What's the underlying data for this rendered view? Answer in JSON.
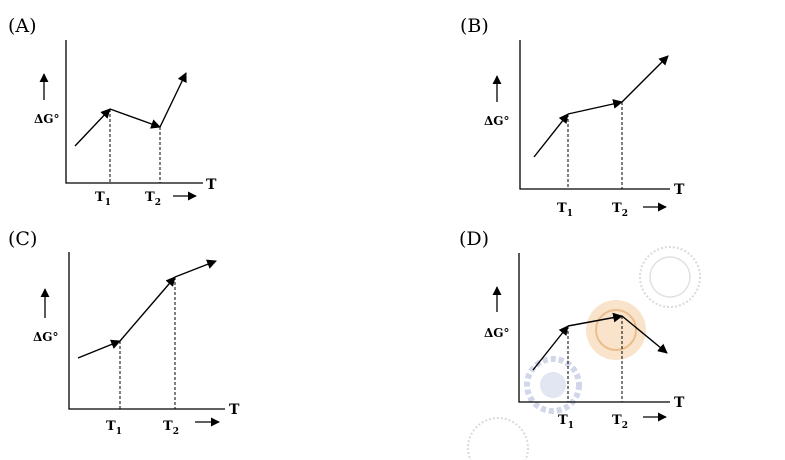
{
  "panels": [
    {
      "label": "(A)",
      "ylabel": "ΔG°",
      "xlabel": "T",
      "ticks": [
        {
          "main": "T",
          "sub": "1"
        },
        {
          "main": "T",
          "sub": "2"
        }
      ],
      "shape": "up-down-up"
    },
    {
      "label": "(B)",
      "ylabel": "ΔG°",
      "xlabel": "T",
      "ticks": [
        {
          "main": "T",
          "sub": "1"
        },
        {
          "main": "T",
          "sub": "2"
        }
      ],
      "shape": "steep-shallow-steep"
    },
    {
      "label": "(C)",
      "ylabel": "ΔG°",
      "xlabel": "T",
      "ticks": [
        {
          "main": "T",
          "sub": "1"
        },
        {
          "main": "T",
          "sub": "2"
        }
      ],
      "shape": "shallow-steep-shallow"
    },
    {
      "label": "(D)",
      "ylabel": "ΔG°",
      "xlabel": "T",
      "ticks": [
        {
          "main": "T",
          "sub": "1"
        },
        {
          "main": "T",
          "sub": "2"
        }
      ],
      "shape": "up-up-down"
    }
  ],
  "watermark": {
    "description_icon": "institute-seal-watermark"
  },
  "colors": {
    "ink": "#000000",
    "watermark_blue": "#c9cfe6",
    "watermark_orange": "#f2c79a"
  }
}
